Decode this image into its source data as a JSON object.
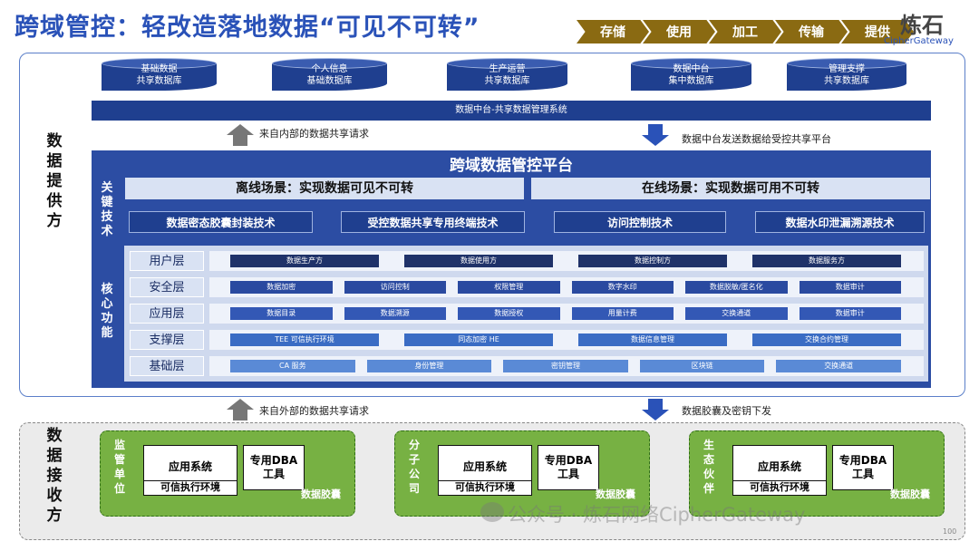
{
  "title": "跨域管控：轻改造落地数据“可见不可转”",
  "lifecycle": [
    "存储",
    "使用",
    "加工",
    "传输",
    "提供"
  ],
  "logo": {
    "cn": "炼石",
    "en": "CipherGateway"
  },
  "provider": {
    "side_label": [
      "数",
      "据",
      "提",
      "供",
      "方"
    ],
    "databases": [
      [
        "基础数据",
        "共享数据库"
      ],
      [
        "个人信息",
        "基础数据库"
      ],
      [
        "生产运营",
        "共享数据库"
      ],
      [
        "数据中台",
        "集中数据库"
      ],
      [
        "管理支撑",
        "共享数据库"
      ]
    ],
    "mgmt_system": "数据中台-共享数据管理系统",
    "note_up": "来自内部的数据共享请求",
    "note_down": "数据中台发送数据给受控共享平台"
  },
  "platform": {
    "title": "跨域数据管控平台",
    "key_tech_label": [
      "关",
      "键",
      "技",
      "术"
    ],
    "core_label": [
      "核",
      "心",
      "功",
      "能"
    ],
    "scenes": [
      "离线场景：实现数据可见不可转",
      "在线场景：实现数据可用不可转"
    ],
    "techs": [
      "数据密态胶囊封装技术",
      "受控数据共享专用终端技术",
      "访问控制技术",
      "数据水印泄漏溯源技术"
    ],
    "layers": [
      {
        "name": "用户层",
        "color": "#1f3269",
        "items": [
          "数据生产方",
          "数据使用方",
          "数据控制方",
          "数据服务方"
        ]
      },
      {
        "name": "安全层",
        "color": "#2a4aa0",
        "items": [
          "数据加密",
          "访问控制",
          "权限管理",
          "数字水印",
          "数据脱敏/匿名化",
          "数据审计"
        ]
      },
      {
        "name": "应用层",
        "color": "#3358b5",
        "items": [
          "数据目录",
          "数据溯源",
          "数据授权",
          "用量计费",
          "交换通道",
          "数据审计"
        ]
      },
      {
        "name": "支撑层",
        "color": "#3a6cc4",
        "items": [
          "TEE 可信执行环境",
          "同态加密 HE",
          "数据信息管理",
          "交换合约管理"
        ]
      },
      {
        "name": "基础层",
        "color": "#5a8ad6",
        "items": [
          "CA 服务",
          "身份管理",
          "密钥管理",
          "区块链",
          "交换通道"
        ]
      }
    ]
  },
  "receiver": {
    "side_label": [
      "数",
      "据",
      "接",
      "收",
      "方"
    ],
    "note_up": "来自外部的数据共享请求",
    "note_down": "数据胶囊及密钥下发",
    "groups": [
      {
        "unit": [
          "监",
          "管",
          "单",
          "位"
        ],
        "app": "应用系统",
        "tee": "可信执行环境",
        "dba": [
          "专用DBA",
          "工具"
        ],
        "capsule": "数据胶囊"
      },
      {
        "unit": [
          "分",
          "子",
          "公",
          "司"
        ],
        "app": "应用系统",
        "tee": "可信执行环境",
        "dba": [
          "专用DBA",
          "工具"
        ],
        "capsule": "数据胶囊"
      },
      {
        "unit": [
          "生",
          "态",
          "伙",
          "伴"
        ],
        "app": "应用系统",
        "tee": "可信执行环境",
        "dba": [
          "专用DBA",
          "工具"
        ],
        "capsule": "数据胶囊"
      }
    ]
  },
  "watermark": "公众号 · 炼石网络CipherGateway",
  "page_number": "100"
}
